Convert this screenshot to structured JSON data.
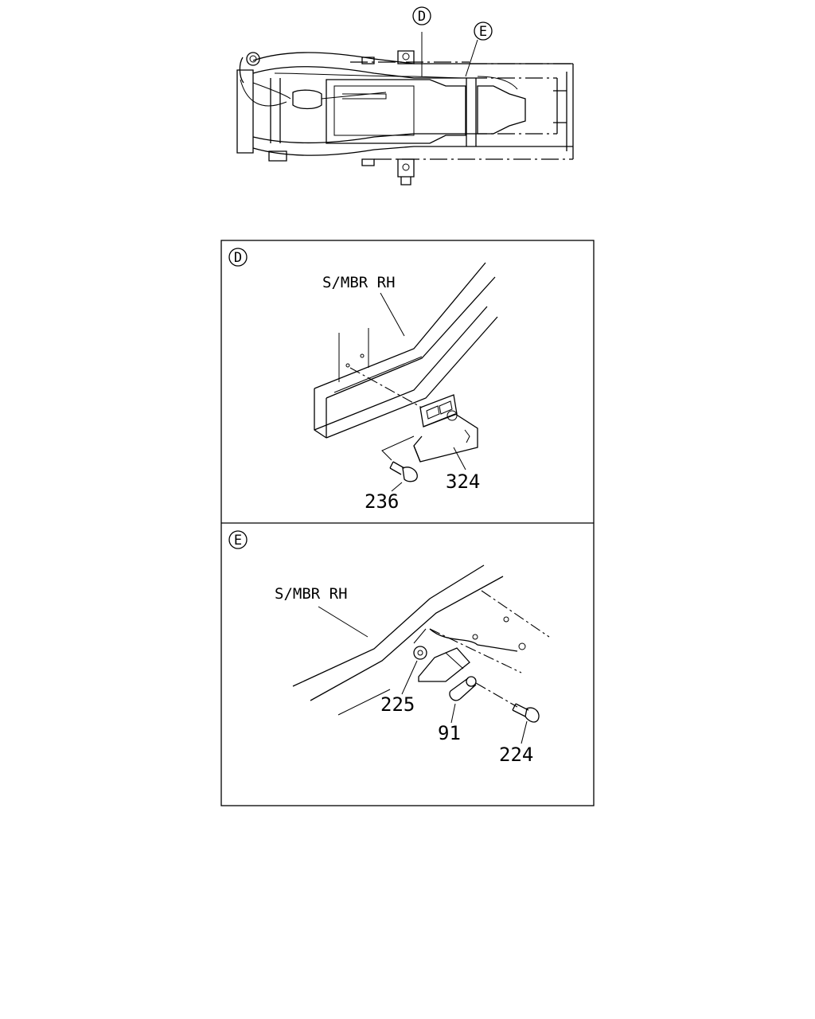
{
  "overview": {
    "callouts": [
      {
        "id": "D",
        "label": "D"
      },
      {
        "id": "E",
        "label": "E"
      }
    ]
  },
  "detail_d": {
    "tag": "D",
    "member_label": "S/MBR RH",
    "parts": [
      {
        "id": "324",
        "label": "324"
      },
      {
        "id": "236",
        "label": "236"
      }
    ]
  },
  "detail_e": {
    "tag": "E",
    "member_label": "S/MBR RH",
    "parts": [
      {
        "id": "225",
        "label": "225"
      },
      {
        "id": "91",
        "label": "91"
      },
      {
        "id": "224",
        "label": "224"
      }
    ]
  }
}
